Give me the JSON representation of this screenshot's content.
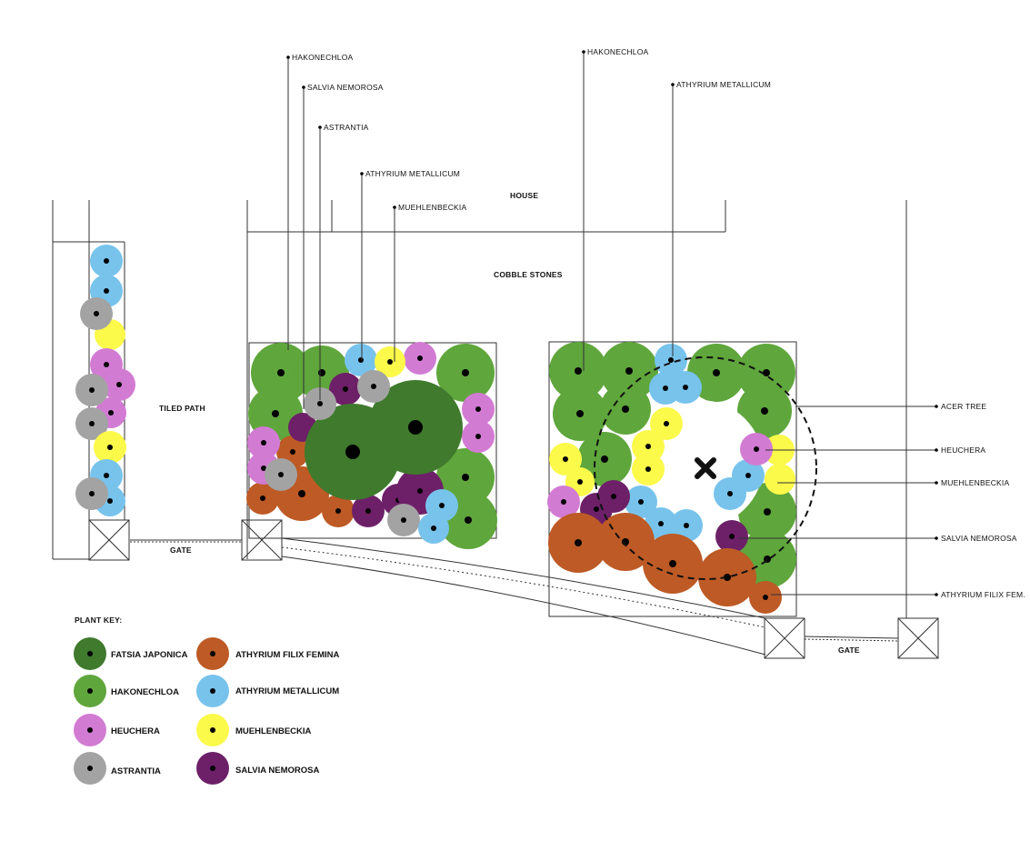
{
  "colors": {
    "fatsia": "#3f7a2d",
    "hakonechloa": "#5fa63c",
    "heuchera": "#d27bd3",
    "astrantia": "#a3a3a3",
    "athyrium_filix": "#bd5a25",
    "athyrium_met": "#77c3ec",
    "muehlenbeckia": "#fbf94a",
    "salvia": "#6d2068"
  },
  "labels": {
    "house": "HOUSE",
    "cobble": "COBBLE STONES",
    "tiled_path": "TILED PATH",
    "gate_left": "GATE",
    "gate_right": "GATE"
  },
  "left_bed_callouts": [
    "HAKONECHLOA",
    "SALVIA NEMOROSA",
    "ASTRANTIA",
    "ATHYRIUM METALLICUM",
    "MUEHLENBECKIA"
  ],
  "right_bed_callouts": [
    "HAKONECHLOA",
    "ATHYRIUM METALLICUM"
  ],
  "side_callouts": [
    "ACER TREE",
    "HEUCHERA",
    "MUEHLENBECKIA",
    "SALVIA NEMOROSA",
    "ATHYRIUM FILIX FEM."
  ],
  "plant_key": {
    "title": "PLANT KEY:",
    "items": [
      {
        "name": "FATSIA JAPONICA",
        "color": "#3f7a2d"
      },
      {
        "name": "HAKONECHLOA",
        "color": "#5fa63c"
      },
      {
        "name": "HEUCHERA",
        "color": "#d27bd3"
      },
      {
        "name": "ASTRANTIA",
        "color": "#a3a3a3"
      },
      {
        "name": "ATHYRIUM FILIX FEMINA",
        "color": "#bd5a25"
      },
      {
        "name": "ATHYRIUM METALLICUM",
        "color": "#77c3ec"
      },
      {
        "name": "MUEHLENBECKIA",
        "color": "#fbf94a"
      },
      {
        "name": "SALVIA NEMOROSA",
        "color": "#6d2068"
      }
    ]
  }
}
